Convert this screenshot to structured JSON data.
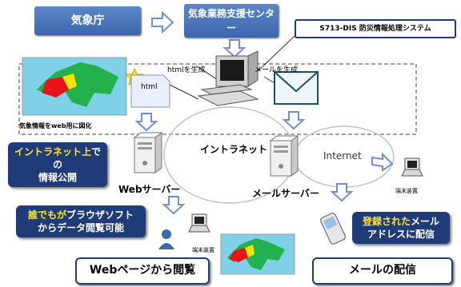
{
  "boxes": {
    "jma": "気象庁",
    "center": "気象業務支援センター",
    "system": "S713-DIS 防災情報処理システム"
  },
  "labels": {
    "html_icon": "html",
    "html_gen": "htmlを生成",
    "mail_gen": "メールを生成",
    "map_caption": "気象情報をweb用に図化",
    "intranet": "イントラネット",
    "internet": "Internet",
    "web_server": "Webサーバー",
    "mail_server": "メールサーバー",
    "terminal_right": "端末装置",
    "terminal_bottom": "端末装置"
  },
  "callouts": {
    "intranet_pub_a": "イントラネット上",
    "intranet_pub_b": "での",
    "intranet_pub_c": "情報公開",
    "browser_a": "誰でもが",
    "browser_b": "ブラウザソフト",
    "browser_c": "からデータ閲覧可能",
    "mail_a": "登録された",
    "mail_b": "メール",
    "mail_c": "アドレスに配信"
  },
  "footer": {
    "web": "Webページから閲覧",
    "mail": "メールの配信"
  },
  "colors": {
    "box_blue": "#3c67ad",
    "dark_navy": "#1f3c78",
    "highlight_yellow": "#ffe42a",
    "arrow_blue": "#6f8fce",
    "map_green": "#22b14c",
    "map_red": "#e8141c",
    "map_yellow": "#f2e600"
  },
  "icons": [
    "right-arrow-icon",
    "down-arrow-icon",
    "computer-icon",
    "server-icon",
    "envelope-icon",
    "star-icon",
    "document-icon",
    "mobile-phone-icon",
    "person-icon",
    "laptop-icon"
  ]
}
